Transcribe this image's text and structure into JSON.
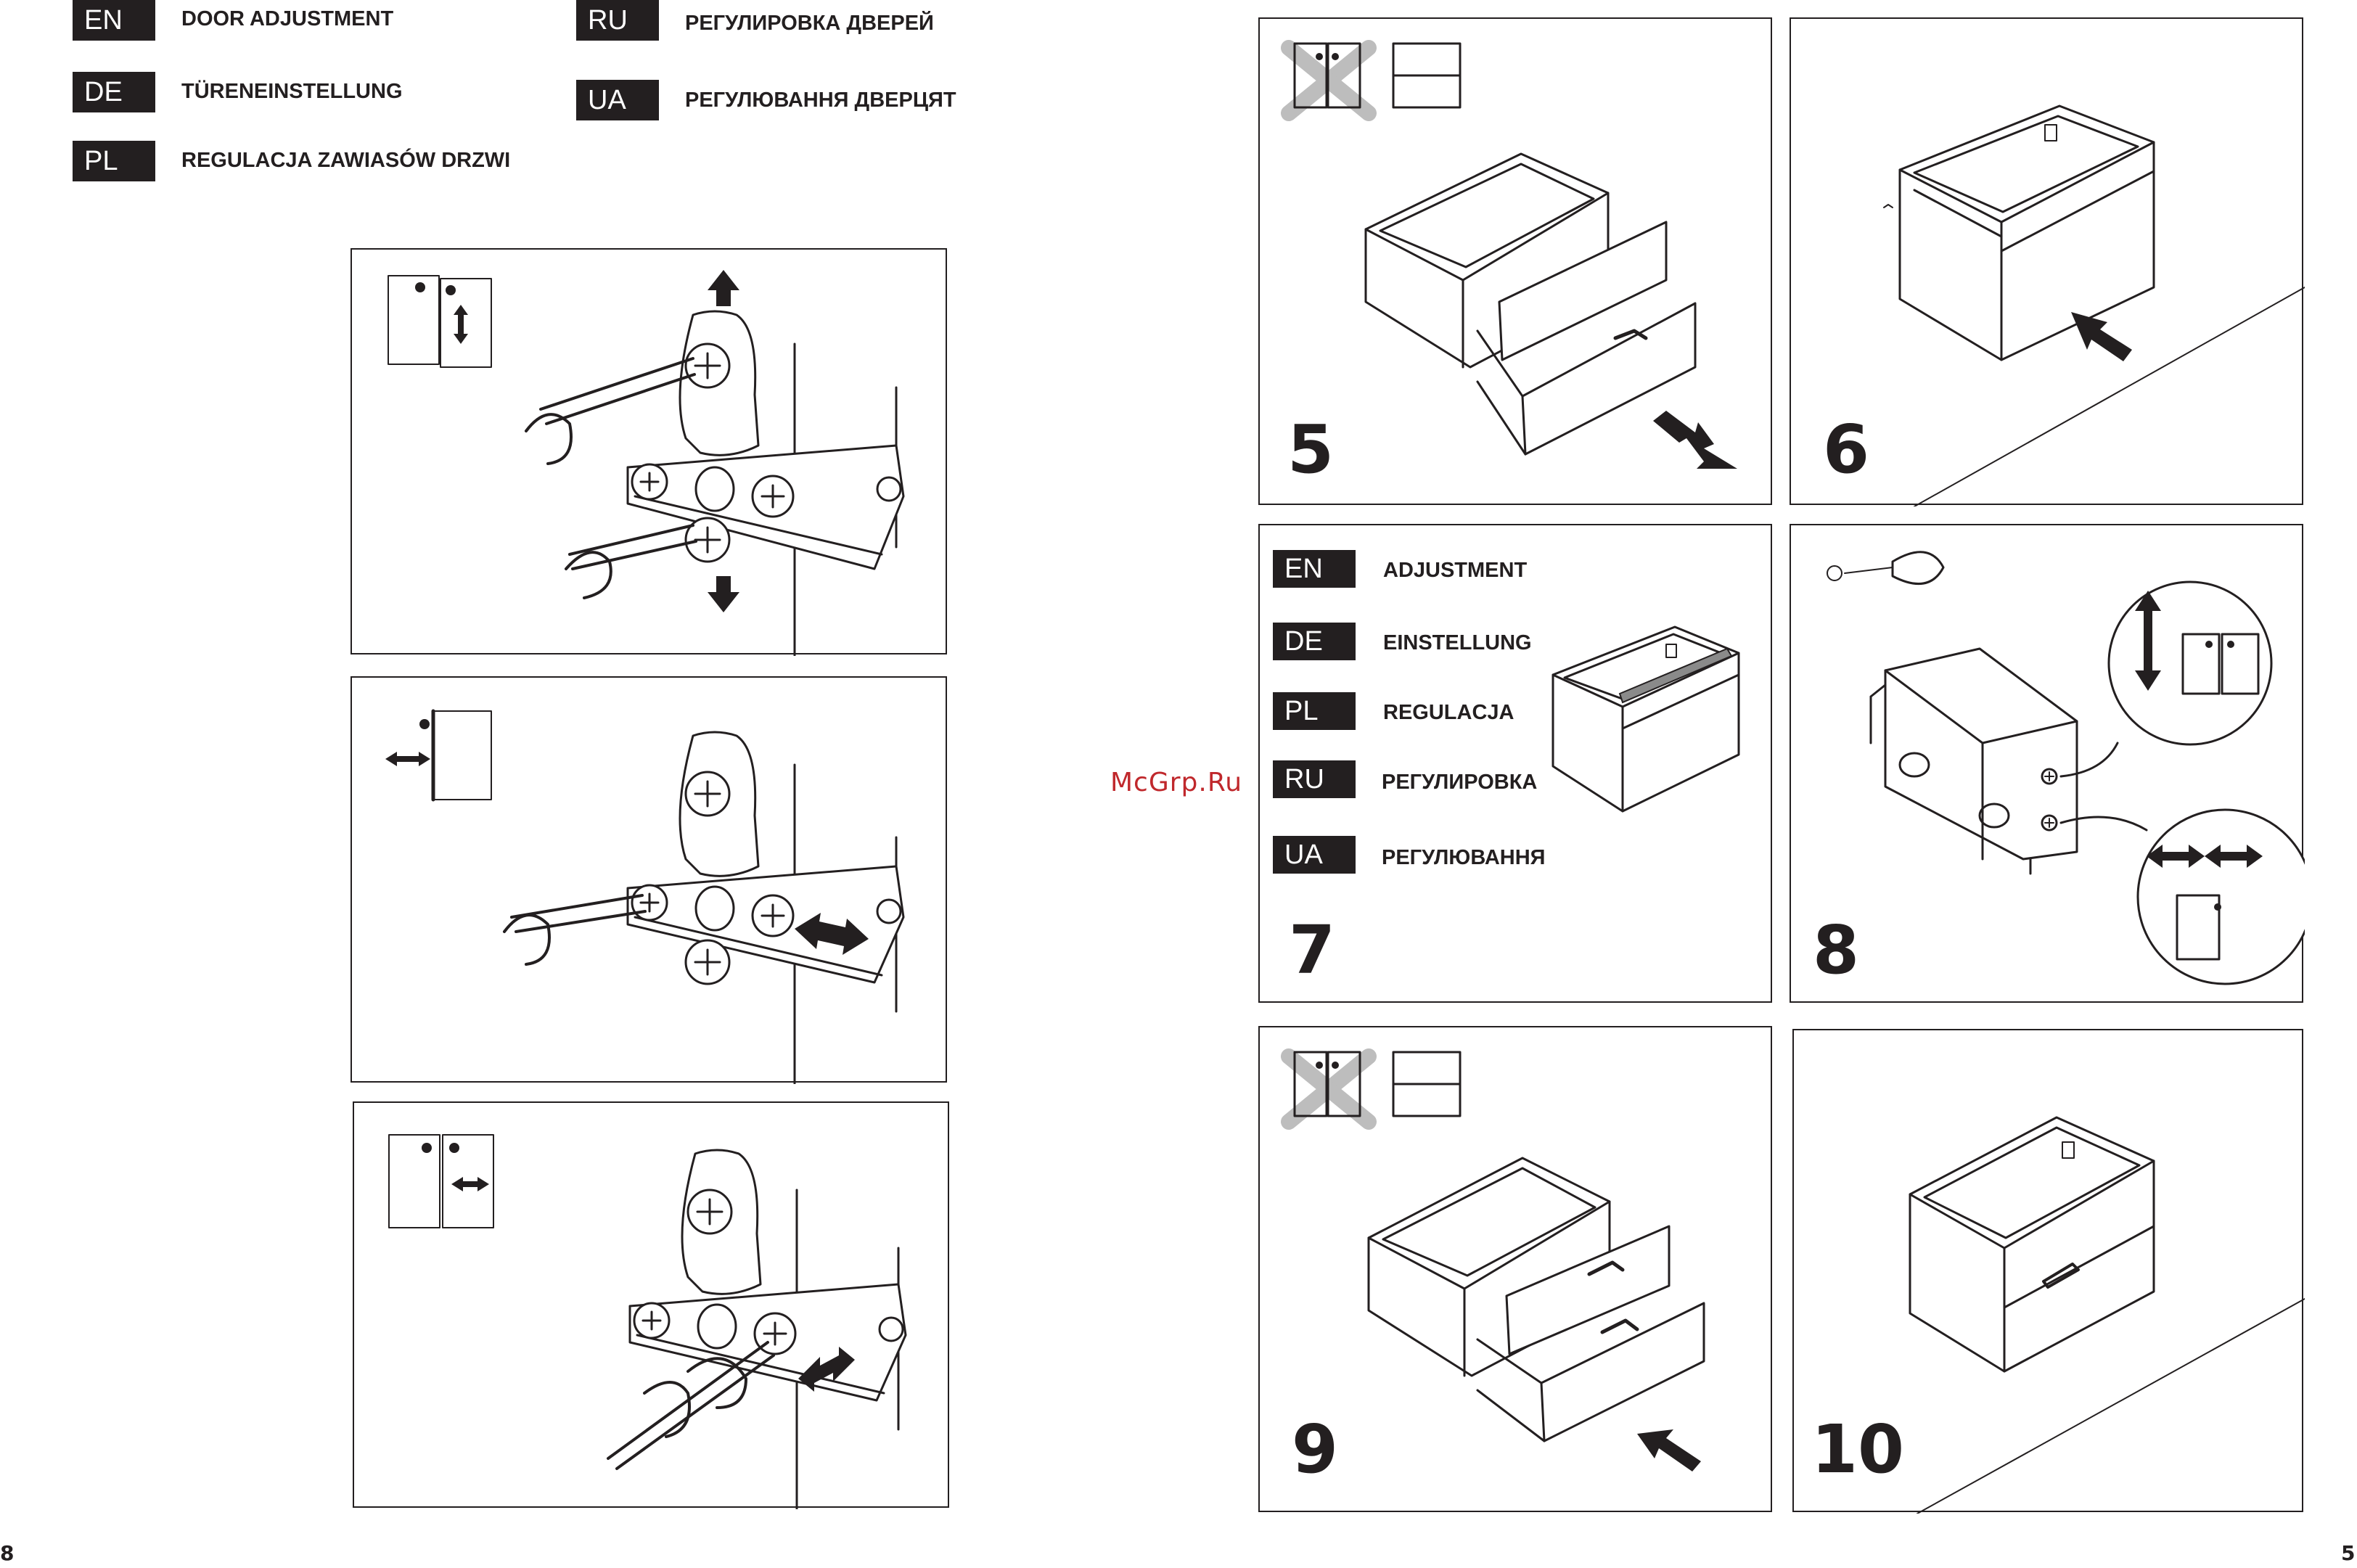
{
  "header": {
    "langs": [
      {
        "code": "EN",
        "text": "DOOR ADJUSTMENT"
      },
      {
        "code": "DE",
        "text": "TÜRENEINSTELLUNG"
      },
      {
        "code": "PL",
        "text": "REGULACJA  ZAWIASÓW DRZWI"
      },
      {
        "code": "RU",
        "text": "РЕГУЛИРОВКА ДВЕРЕЙ"
      },
      {
        "code": "UA",
        "text": "РЕГУЛЮВАННЯ ДВЕРЦЯТ"
      }
    ]
  },
  "hinge_panels": [
    {
      "name": "vertical",
      "icon": "door-vertical-adjust-icon"
    },
    {
      "name": "depth",
      "icon": "door-depth-adjust-icon"
    },
    {
      "name": "lateral",
      "icon": "door-lateral-adjust-icon"
    }
  ],
  "steps": [
    {
      "number": "5",
      "caption": "remove drawers"
    },
    {
      "number": "6",
      "caption": "place cabinet"
    },
    {
      "number": "7",
      "caption": "adjustment"
    },
    {
      "number": "8",
      "caption": "hinge adjustment"
    },
    {
      "number": "9",
      "caption": "insert drawers"
    },
    {
      "number": "10",
      "caption": "finished"
    }
  ],
  "step7_langs": [
    {
      "code": "EN",
      "text": "ADJUSTMENT"
    },
    {
      "code": "DE",
      "text": "EINSTELLUNG"
    },
    {
      "code": "PL",
      "text": "REGULACJA"
    },
    {
      "code": "RU",
      "text": "РЕГУЛИРОВКА"
    },
    {
      "code": "UA",
      "text": "РЕГУЛЮВАННЯ"
    }
  ],
  "watermark": "McGrp.Ru",
  "page_left": "8",
  "page_right": "5",
  "colors": {
    "ink": "#231f20",
    "watermark": "#c0282c",
    "level": "#8a8a8a"
  }
}
